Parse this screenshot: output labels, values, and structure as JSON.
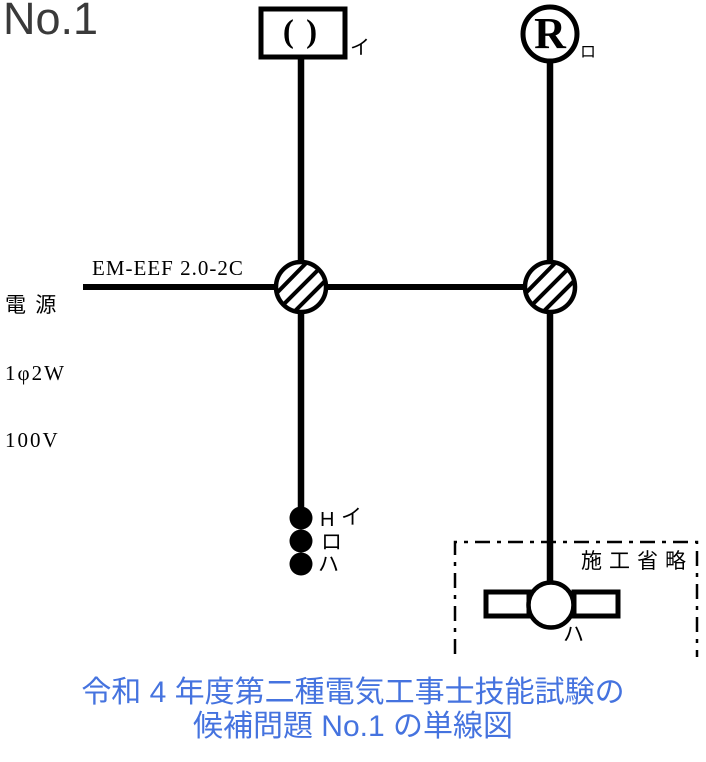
{
  "page": {
    "background": "#ffffff",
    "ink": "#000000"
  },
  "header": {
    "problem_number": "No.1",
    "color": "#3a3a3a"
  },
  "power_source": {
    "line1": "電 源",
    "line2": "1φ2W",
    "line3": "100V"
  },
  "cable_label": "EM-EEF 2.0-2C",
  "ceiling_light": {
    "symbol": "( )",
    "label": "イ"
  },
  "lamp_receptacle": {
    "symbol": "R",
    "label": "ロ"
  },
  "switches": {
    "pilot_mark": "H",
    "label_1": "イ",
    "label_2": "ロ",
    "label_3": "ハ"
  },
  "omission": {
    "label": "施工省略"
  },
  "fluorescent_light": {
    "label": "ハ"
  },
  "caption": {
    "line1": "令和 4 年度第二種電気工事士技能試験の",
    "line2": "候補問題 No.1 の単線図",
    "color": "#4573DF"
  }
}
